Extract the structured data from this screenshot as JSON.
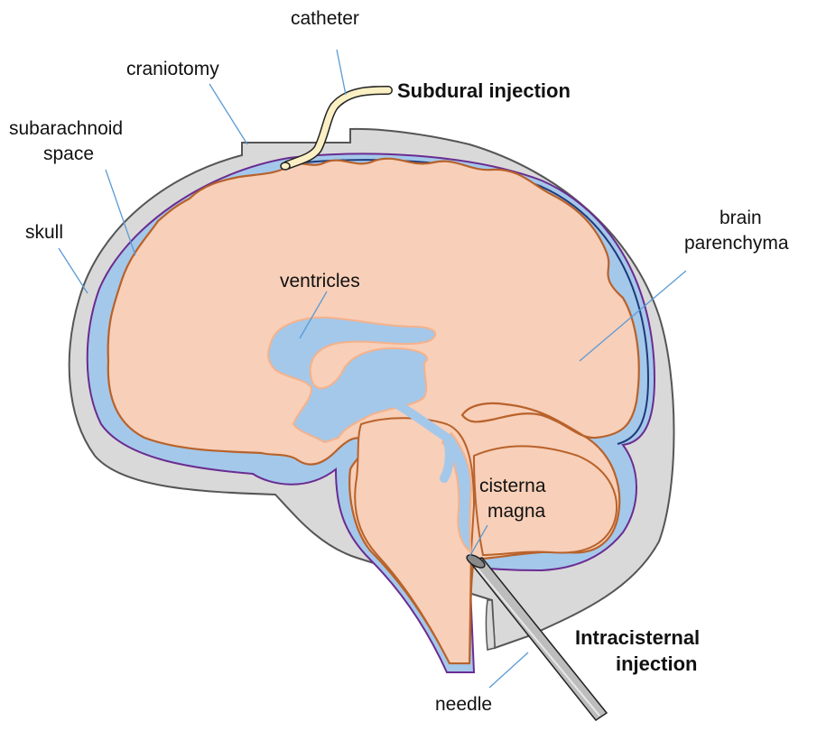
{
  "labels": {
    "catheter": "catheter",
    "craniotomy": "craniotomy",
    "subarachnoid_line1": "subarachnoid",
    "subarachnoid_line2": "space",
    "skull": "skull",
    "brain_line1": "brain",
    "brain_line2": "parenchyma",
    "ventricles": "ventricles",
    "cisterna_line1": "cisterna",
    "cisterna_line2": "magna",
    "needle": "needle"
  },
  "titles": {
    "subdural": "Subdural injection",
    "intracisternal_line1": "Intracisternal",
    "intracisternal_line2": "injection"
  },
  "colors": {
    "skull": "#d9d9d9",
    "skull_outline": "#555555",
    "csf": "#a4c8ea",
    "meninges": "#6a2c91",
    "brain": "#f8cfb8",
    "brain_outline": "#b8622b",
    "catheter": "#fbefc4",
    "needle": "#bdbdbd",
    "leader": "#5b9bd5"
  }
}
